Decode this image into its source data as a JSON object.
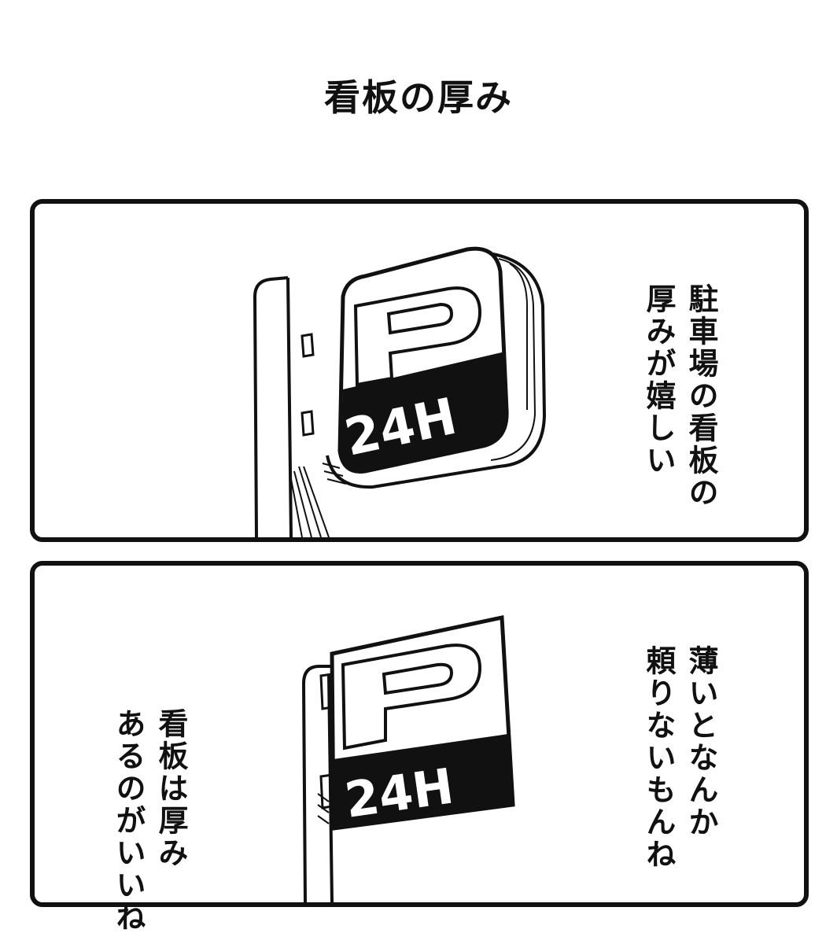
{
  "title": "看板の厚み",
  "panels": [
    {
      "lines": [
        "駐車場の看板の",
        "厚みが嬉しい"
      ],
      "sign": {
        "letter": "P",
        "hours": "24H"
      }
    },
    {
      "right_lines": [
        "薄いとなんか",
        "頼りないもんね"
      ],
      "left_lines": [
        "看板は厚み",
        "あるのがいいね"
      ],
      "sign": {
        "letter": "P",
        "hours": "24H"
      }
    }
  ]
}
